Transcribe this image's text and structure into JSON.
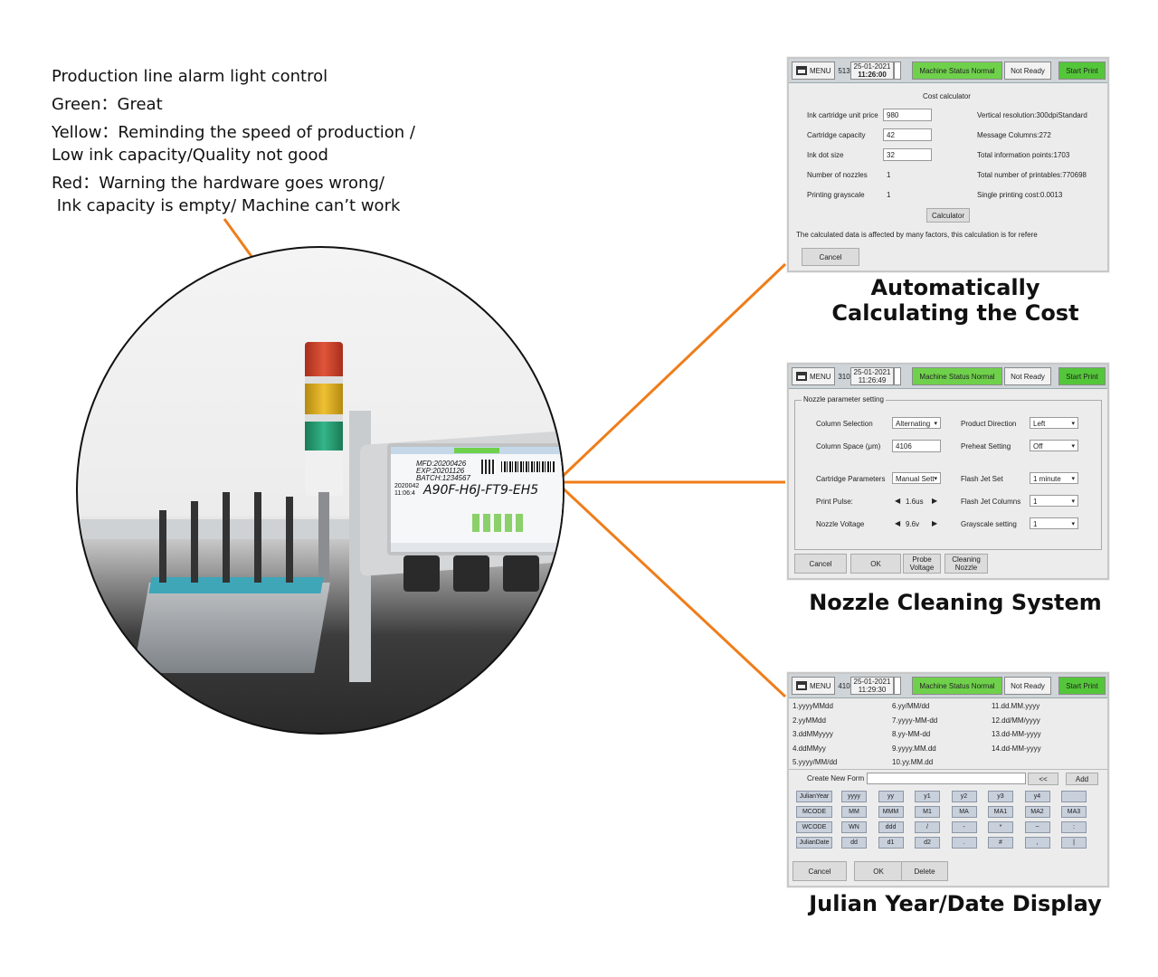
{
  "legend": {
    "title": "Production line alarm light control",
    "green": "Green：Great",
    "yellow_1": "Yellow：Reminding the speed of production /",
    "yellow_2": "Low ink capacity/Quality not good",
    "red_1": "Red：Warning the hardware goes wrong/",
    "red_2": " Ink capacity is empty/ Machine can’t work"
  },
  "photo_screen": {
    "mfd": "MFD:20200426",
    "exp": "EXP:20201126",
    "batch": "BATCH:1234567",
    "code": "A90F-H6J-FT9-EH5",
    "date": "2020042",
    "time": "11:06:4"
  },
  "captions": {
    "cost": [
      "Automatically",
      "Calculating the Cost"
    ],
    "nozzle": "Nozzle Cleaning System",
    "julian": "Julian Year/Date Display"
  },
  "colors": {
    "connector": "#ef7d1a",
    "status_green": "#6fd14b"
  },
  "panel1": {
    "menu": "MENU",
    "count": "513",
    "date": "25-01-2021",
    "time": "11:26:00",
    "status": "Machine Status Normal",
    "ready": "Not Ready",
    "start": "Start Print",
    "title": "Cost calculator",
    "rows": [
      {
        "label": "Ink cartridge unit price",
        "value": "980"
      },
      {
        "label": "Cartridge capacity",
        "value": "42"
      },
      {
        "label": "Ink dot size",
        "value": "32"
      },
      {
        "label": "Number of nozzles",
        "value": "1"
      },
      {
        "label": "Printing grayscale",
        "value": "1"
      }
    ],
    "results": [
      "Vertical resolution:300dpiStandard",
      "Message Columns:272",
      "Total information points:1703",
      "Total number of printables:770698",
      "Single printing cost:0.0013"
    ],
    "calc_button": "Calculator",
    "note": "The calculated data is affected by many factors, this calculation is for refere",
    "cancel": "Cancel"
  },
  "panel2": {
    "menu": "MENU",
    "count": "310",
    "date": "25-01-2021",
    "time": "11:26:49",
    "status": "Machine Status Normal",
    "ready": "Not Ready",
    "start": "Start Print",
    "group": "Nozzle parameter setting",
    "left": [
      {
        "label": "Column Selection",
        "value": "Alternating"
      },
      {
        "label": "Column Space (μm)",
        "value": "4106"
      },
      {
        "label": "Cartridge Parameters",
        "value": "Manual Sett"
      },
      {
        "label": "Print Pulse:",
        "value": "1.6us"
      },
      {
        "label": "Nozzle Voltage",
        "value": "9.6v"
      }
    ],
    "right": [
      {
        "label": "Product Direction",
        "value": "Left"
      },
      {
        "label": "Preheat Setting",
        "value": "Off"
      },
      {
        "label": "Flash Jet Set",
        "value": "1 minute"
      },
      {
        "label": "Flash Jet Columns",
        "value": "1"
      },
      {
        "label": "Grayscale setting",
        "value": "1"
      }
    ],
    "buttons": [
      "Cancel",
      "OK",
      "Probe Voltage",
      "Cleaning Nozzle"
    ]
  },
  "panel3": {
    "menu": "MENU",
    "count": "410",
    "date": "25-01-2021",
    "time": "11:29:30",
    "status": "Machine Status Normal",
    "ready": "Not Ready",
    "start": "Start Print",
    "col1": [
      "1.yyyyMMdd",
      "2.yyMMdd",
      "3.ddMMyyyy",
      "4.ddMMyy",
      "5.yyyy/MM/dd"
    ],
    "col2": [
      "6.yy/MM/dd",
      "7.yyyy-MM-dd",
      "8.yy-MM-dd",
      "9.yyyy.MM.dd",
      "10.yy.MM.dd"
    ],
    "col3": [
      "11.dd.MM.yyyy",
      "12.dd/MM/yyyy",
      "13.dd-MM-yyyy",
      "14.dd-MM-yyyy"
    ],
    "create_label": "Create New Form",
    "back": "<<",
    "add": "Add",
    "rows": [
      {
        "label": "JulianYear",
        "keys": [
          "yyyy",
          "yy",
          "y1",
          "y2",
          "y3",
          "y4",
          ""
        ]
      },
      {
        "label": "MCODE",
        "keys": [
          "MM",
          "MMM",
          "M1",
          "MA",
          "MA1",
          "MA2",
          "MA3"
        ]
      },
      {
        "label": "WCODE",
        "keys": [
          "WN",
          "ddd",
          "/",
          "-",
          "*",
          "~",
          ":"
        ]
      },
      {
        "label": "JulianDate",
        "keys": [
          "dd",
          "d1",
          "d2",
          ".",
          "#",
          ",",
          "|"
        ]
      }
    ],
    "buttons": [
      "Cancel",
      "OK",
      "Delete"
    ]
  }
}
